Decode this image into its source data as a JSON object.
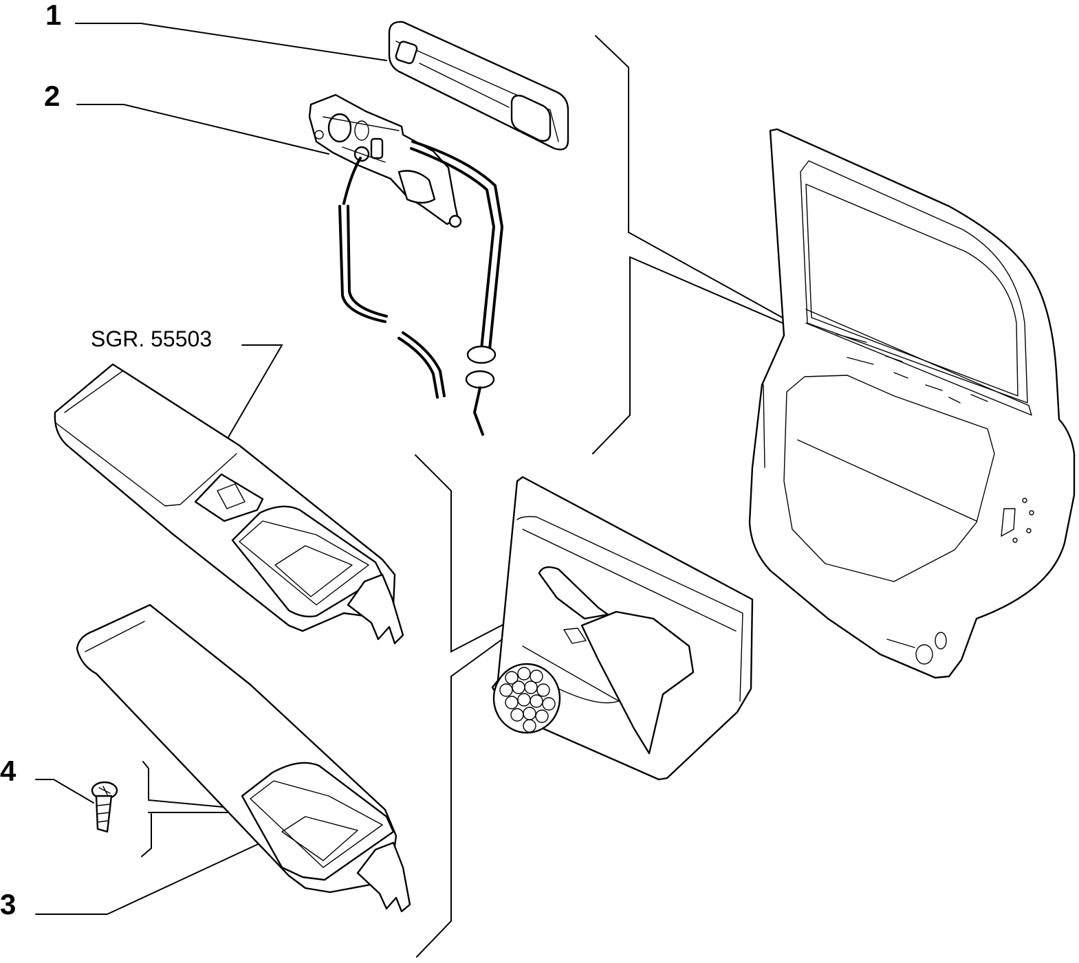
{
  "callouts": {
    "c1": "1",
    "c2": "2",
    "c3": "3",
    "c4": "4"
  },
  "reference": {
    "label": "SGR. 55503"
  }
}
